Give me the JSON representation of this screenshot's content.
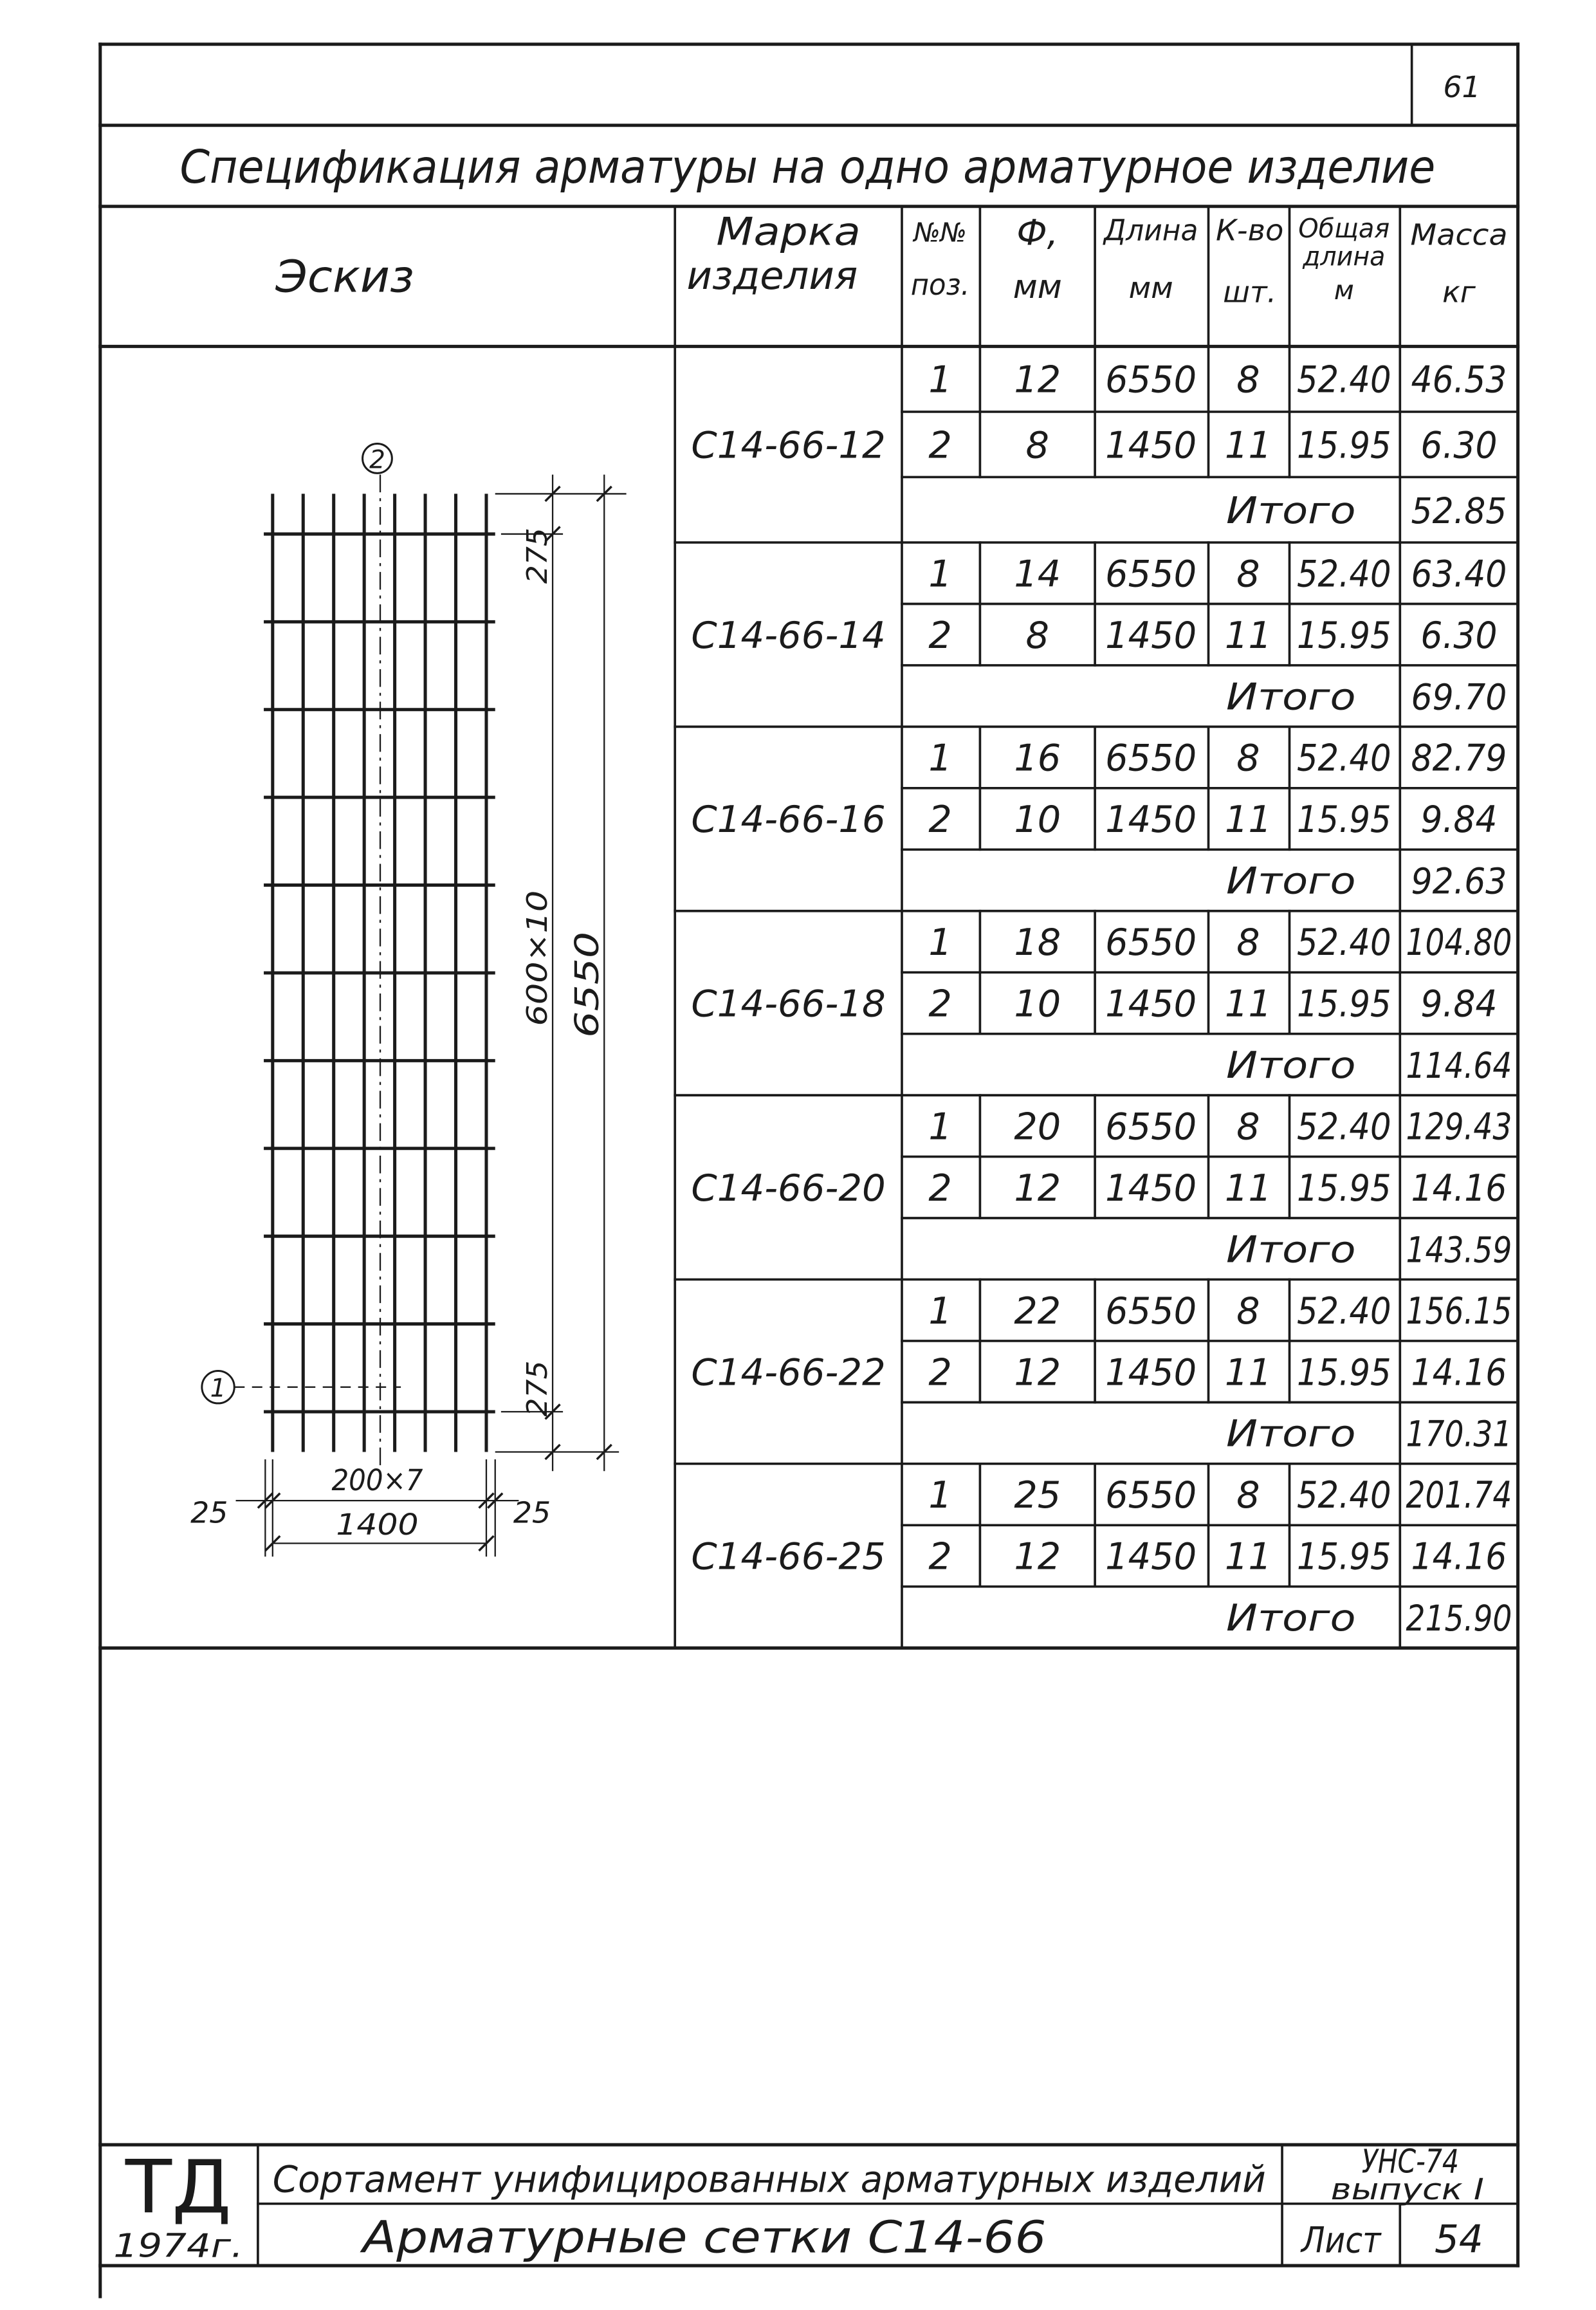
{
  "colors": {
    "ink": "#1b1b1b",
    "paper": "#ffffff"
  },
  "sheet": {
    "page_number": "61",
    "title": "Спецификация арматуры на одно арматурное изделие"
  },
  "sketch": {
    "markers": {
      "position_1": "1",
      "position_2": "2"
    },
    "dimensions": {
      "top_end": "275",
      "spacing_vertical": "600×10",
      "bottom_end": "275",
      "overall_length": "6550",
      "spacing_horizontal": "200×7",
      "overall_width": "1400",
      "left_overhang": "25",
      "right_overhang": "25"
    }
  },
  "table": {
    "headers": {
      "sketch": "Эскиз",
      "mark": [
        "Марка",
        "изделия"
      ],
      "pos": [
        "№№",
        "поз."
      ],
      "diameter": [
        "Ф,",
        "мм"
      ],
      "length": [
        "Длина",
        "мм"
      ],
      "qty": [
        "К-во",
        "шт."
      ],
      "total_length": [
        "Общая",
        "длина",
        "м"
      ],
      "mass": [
        "Масса",
        "кг"
      ]
    },
    "total_label": "Итого",
    "groups": [
      {
        "mark": "С14-66-12",
        "total": "52.85",
        "rows": [
          {
            "pos": "1",
            "diameter": "12",
            "length": "6550",
            "qty": "8",
            "total_length": "52.40",
            "mass": "46.53"
          },
          {
            "pos": "2",
            "diameter": "8",
            "length": "1450",
            "qty": "11",
            "total_length": "15.95",
            "mass": "6.30"
          }
        ]
      },
      {
        "mark": "С14-66-14",
        "total": "69.70",
        "rows": [
          {
            "pos": "1",
            "diameter": "14",
            "length": "6550",
            "qty": "8",
            "total_length": "52.40",
            "mass": "63.40"
          },
          {
            "pos": "2",
            "diameter": "8",
            "length": "1450",
            "qty": "11",
            "total_length": "15.95",
            "mass": "6.30"
          }
        ]
      },
      {
        "mark": "С14-66-16",
        "total": "92.63",
        "rows": [
          {
            "pos": "1",
            "diameter": "16",
            "length": "6550",
            "qty": "8",
            "total_length": "52.40",
            "mass": "82.79"
          },
          {
            "pos": "2",
            "diameter": "10",
            "length": "1450",
            "qty": "11",
            "total_length": "15.95",
            "mass": "9.84"
          }
        ]
      },
      {
        "mark": "С14-66-18",
        "total": "114.64",
        "rows": [
          {
            "pos": "1",
            "diameter": "18",
            "length": "6550",
            "qty": "8",
            "total_length": "52.40",
            "mass": "104.80"
          },
          {
            "pos": "2",
            "diameter": "10",
            "length": "1450",
            "qty": "11",
            "total_length": "15.95",
            "mass": "9.84"
          }
        ]
      },
      {
        "mark": "С14-66-20",
        "total": "143.59",
        "rows": [
          {
            "pos": "1",
            "diameter": "20",
            "length": "6550",
            "qty": "8",
            "total_length": "52.40",
            "mass": "129.43"
          },
          {
            "pos": "2",
            "diameter": "12",
            "length": "1450",
            "qty": "11",
            "total_length": "15.95",
            "mass": "14.16"
          }
        ]
      },
      {
        "mark": "С14-66-22",
        "total": "170.31",
        "rows": [
          {
            "pos": "1",
            "diameter": "22",
            "length": "6550",
            "qty": "8",
            "total_length": "52.40",
            "mass": "156.15"
          },
          {
            "pos": "2",
            "diameter": "12",
            "length": "1450",
            "qty": "11",
            "total_length": "15.95",
            "mass": "14.16"
          }
        ]
      },
      {
        "mark": "С14-66-25",
        "total": "215.90",
        "rows": [
          {
            "pos": "1",
            "diameter": "25",
            "length": "6550",
            "qty": "8",
            "total_length": "52.40",
            "mass": "201.74"
          },
          {
            "pos": "2",
            "diameter": "12",
            "length": "1450",
            "qty": "11",
            "total_length": "15.95",
            "mass": "14.16"
          }
        ]
      }
    ]
  },
  "title_block": {
    "org": "ТД",
    "year": "1974г.",
    "series_title": "Сортамент унифицированных арматурных изделий",
    "code": "УНС-74",
    "issue": "выпуск I",
    "drawing_title": "Арматурные сетки С14-66",
    "sheet_label": "Лист",
    "sheet_number": "54"
  }
}
